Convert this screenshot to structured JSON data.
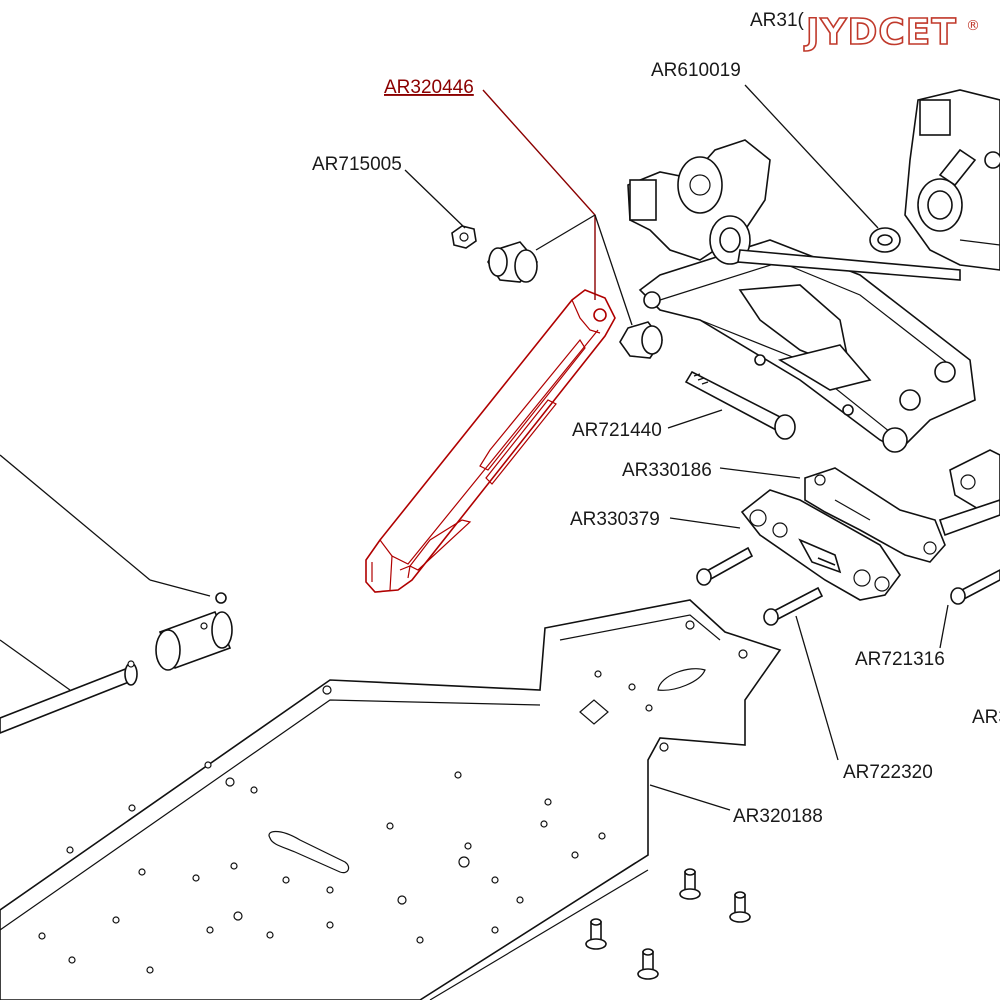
{
  "watermark": {
    "brand": "JYDCET",
    "mark": "®"
  },
  "highlight_color": "#8b0000",
  "labels": {
    "ar320446": "AR320446",
    "ar715005": "AR715005",
    "ar610019": "AR610019",
    "ar310_partial": "AR31(",
    "ar721440": "AR721440",
    "ar330186": "AR330186",
    "ar330379": "AR330379",
    "ar721316": "AR721316",
    "ar722320": "AR722320",
    "ar320188": "AR320188",
    "ar3_partial": "AR3"
  }
}
